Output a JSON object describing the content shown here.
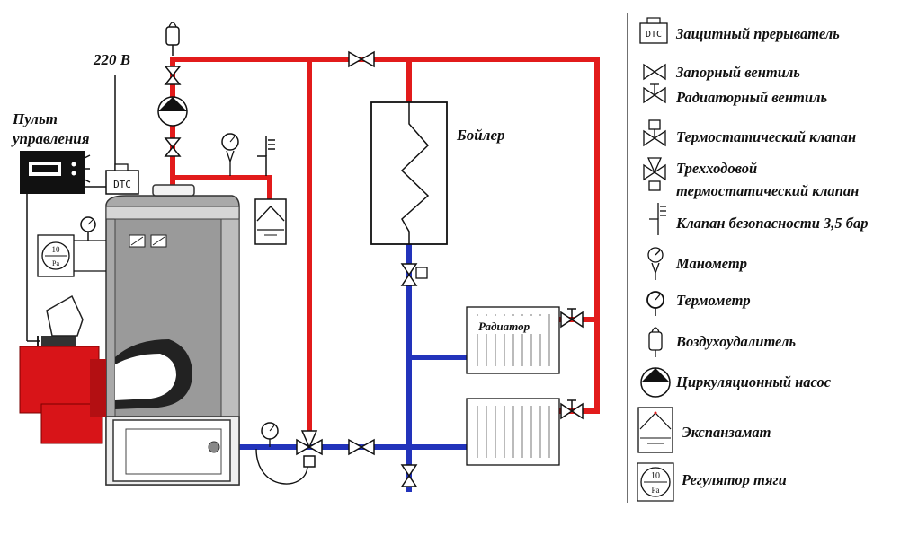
{
  "labels": {
    "voltage": "220 В",
    "control_panel_line1": "Пульт",
    "control_panel_line2": "управления",
    "boiler": "Бойлер",
    "radiator": "Радиатор",
    "dtc_box": "DTC",
    "draft_regulator_value": "10",
    "draft_regulator_unit": "Pa"
  },
  "legend": {
    "items": [
      {
        "icon": "safety-breaker-icon",
        "text": "Защитный прерыватель"
      },
      {
        "icon": "shutoff-valve-icon",
        "text": "Запорный вентиль"
      },
      {
        "icon": "radiator-valve-icon",
        "text": "Радиаторный вентиль"
      },
      {
        "icon": "thermostatic-valve-icon",
        "text": "Термостатический клапан"
      },
      {
        "icon": "three-way-valve-icon",
        "text": "Трехходовой",
        "text2": "термостатический клапан"
      },
      {
        "icon": "safety-valve-icon",
        "text": "Клапан безопасности 3,5 бар"
      },
      {
        "icon": "manometer-icon",
        "text": "Манометр"
      },
      {
        "icon": "thermometer-icon",
        "text": "Термометр"
      },
      {
        "icon": "air-vent-icon",
        "text": "Воздухоудалитель"
      },
      {
        "icon": "circulation-pump-icon",
        "text": "Циркуляционный насос"
      },
      {
        "icon": "expansion-tank-icon",
        "text": "Экспанзамат"
      },
      {
        "icon": "draft-regulator-icon",
        "text": "Регулятор тяги"
      }
    ]
  },
  "colors": {
    "supply_pipe": "#e21b1b",
    "return_pipe": "#2233bb",
    "burner": "#d81418",
    "boiler_body": "#a9a9a9"
  }
}
